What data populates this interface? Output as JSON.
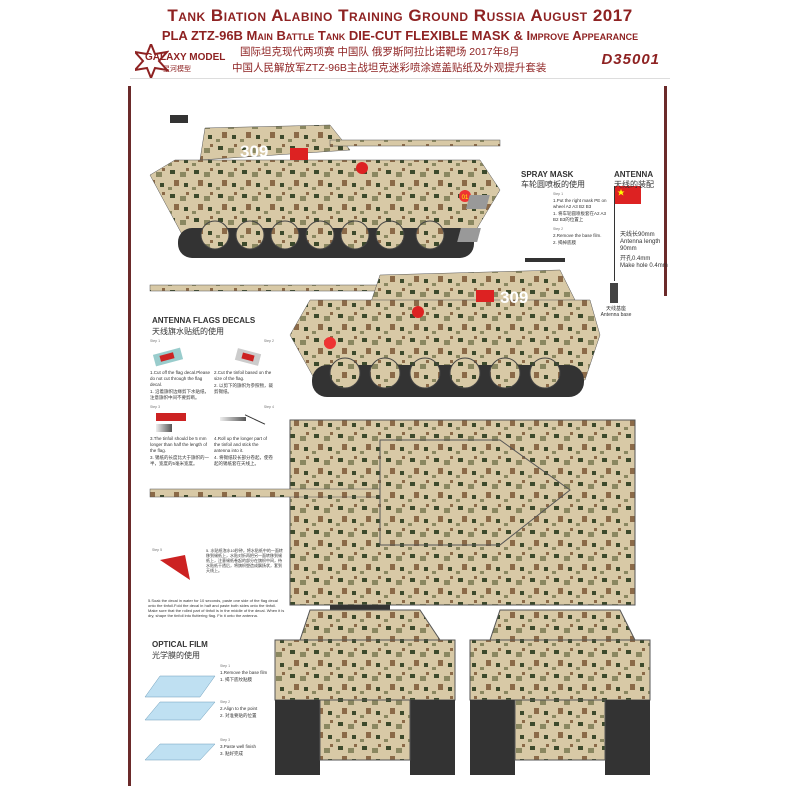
{
  "header": {
    "title": "Tank Biation Alabino Training Ground Russia August 2017",
    "subtitle": "PLA ZTZ-96B Main Battle Tank DIE-CUT FLEXIBLE MASK & Improve Appearance",
    "cn_line1": "国际坦克现代两项赛 中国队 俄罗斯阿拉比诺靶场 2017年8月",
    "cn_line2": "中国人民解放军ZTZ-96B主战坦克迷彩喷涂遮盖贴纸及外观提升套装",
    "product_code": "D35001",
    "logo_text": "GALAXY MODEL",
    "logo_cn": "星河模型"
  },
  "tank": {
    "number": "309",
    "badge": "01"
  },
  "colors": {
    "accent": "#8e2222",
    "frame": "#6b2a2a",
    "camo_base": "#d8c9a6",
    "camo_dark": "#3d4a2c",
    "camo_mid": "#8a8760",
    "camo_brown": "#8b6a48"
  },
  "spray_mask": {
    "title": "SPRAY MASK",
    "title_cn": "车轮圆喷板的使用",
    "step1": "Step 1",
    "step1_text": "1.Put the right mask PE on wheel A2 A3 B2 B3",
    "step1_cn": "1. 将车轮圆喷板套在A2 A3 B2 B3的位置上",
    "step2": "Step 2",
    "step2_text": "2.Remove the base film.",
    "step2_cn": "2. 揭掉底膜"
  },
  "antenna": {
    "title": "ANTENNA",
    "title_cn": "天线的装配",
    "length_cn": "天线长90mm",
    "length": "Antenna length 90mm",
    "hole_cn": "开孔0.4mm",
    "hole": "Make hole 0.4mm",
    "base_cn": "天线基座",
    "base": "Antenna base"
  },
  "flags": {
    "title": "ANTENNA FLAGS DECALS",
    "title_cn": "天线旗水贴纸的使用",
    "steps": [
      {
        "label": "Step 1",
        "text": "1.Cut off the flag decal.Please do not cut through the flag decal.",
        "cn": "1. 沿着旗帜边缘剪下水贴纸，注意旗帜中间不要剪断。"
      },
      {
        "label": "Step 2",
        "text": "2.Cut the tinfoil based on the size of the flag.",
        "cn": "2. 以剪下的旗帜为参照物，裁剪锡纸。"
      },
      {
        "label": "Step 3",
        "text": "3.The tinfoil should be 5 mm longer than half the length of the flag.",
        "cn": "3. 锡纸的长度比大于旗帜的一半，宽度的5毫米宽度。"
      },
      {
        "label": "Step 4",
        "text": "4.Roll up the longer part of the tinfoil and stick the antenna into it.",
        "cn": "4. 将锡纸较长部分卷起，使卷起的锡纸套在天线上。"
      }
    ],
    "step5_label": "Step 5",
    "step5_cn": "5. 水贴纸泡水10秒钟，将水贴纸中的一面转移到锡纸上，水贴对折再把另一面转移到锡纸上，注意锡纸卷起的部分在旗帜中间，待水贴纸干透后，将旗帜塑造成飘扬状，套到天线上。",
    "step5_text": "5.Soak the decal in water for 10 seconds, paste one side of the flag decal onto the tinfoil.Fold the decal in half and paste both sides onto the tinfoil. Make sure that the rolled part of tinfoil is in the middle of the decal. When it is dry, shape the tinfoil into fluttering flag. Fix it onto the antenna."
  },
  "optical": {
    "title": "OPTICAL FILM",
    "title_cn": "光学膜的使用",
    "steps": [
      {
        "label": "Step 1",
        "text": "1.Remove the base film",
        "cn": "1. 揭下底纹贴膜"
      },
      {
        "label": "Step 2",
        "text": "2.Align to the point",
        "cn": "2. 对准要贴的位置"
      },
      {
        "label": "Step 3",
        "text": "3.Paste well finish",
        "cn": "3. 贴好完成"
      }
    ]
  }
}
